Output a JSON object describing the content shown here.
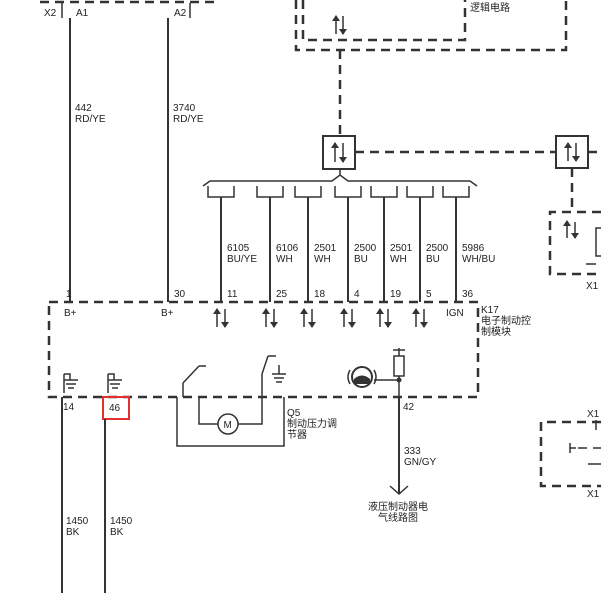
{
  "connectors": {
    "x2": "X2",
    "a1": "A1",
    "a2": "A2",
    "x1_top": "X1",
    "x1_mid": "X1",
    "x1_bottom": "X1"
  },
  "top_right_label": "逻辑电路",
  "wires_top": [
    {
      "circuit": "442",
      "color": "RD/YE"
    },
    {
      "circuit": "3740",
      "color": "RD/YE"
    }
  ],
  "bus_wires": [
    {
      "circuit": "6105",
      "color": "BU/YE",
      "pin": "11"
    },
    {
      "circuit": "6106",
      "color": "WH",
      "pin": "25"
    },
    {
      "circuit": "2501",
      "color": "WH",
      "pin": "18"
    },
    {
      "circuit": "2500",
      "color": "BU",
      "pin": "4"
    },
    {
      "circuit": "2501",
      "color": "WH",
      "pin": "19"
    },
    {
      "circuit": "2500",
      "color": "BU",
      "pin": "5"
    },
    {
      "circuit": "5986",
      "color": "WH/BU",
      "pin": "36"
    }
  ],
  "module": {
    "id": "K17",
    "name_line1": "电子制动控",
    "name_line2": "制模块",
    "pin_1": "1",
    "pin_30": "30",
    "bplus_1": "B+",
    "bplus_2": "B+",
    "ign": "IGN",
    "pin_14": "14",
    "pin_46": "46",
    "pin_42": "42"
  },
  "modulator": {
    "id": "Q5",
    "name_line1": "制动压力调",
    "name_line2": "节器",
    "motor": "M"
  },
  "wire_333": {
    "circuit": "333",
    "color": "GN/GY"
  },
  "hydraulic_ref": {
    "line1": "液压制动器电",
    "line2": "气线路图"
  },
  "ground_wires": [
    {
      "circuit": "1450",
      "color": "BK"
    },
    {
      "circuit": "1450",
      "color": "BK"
    }
  ],
  "highlight_color": "#e03030"
}
